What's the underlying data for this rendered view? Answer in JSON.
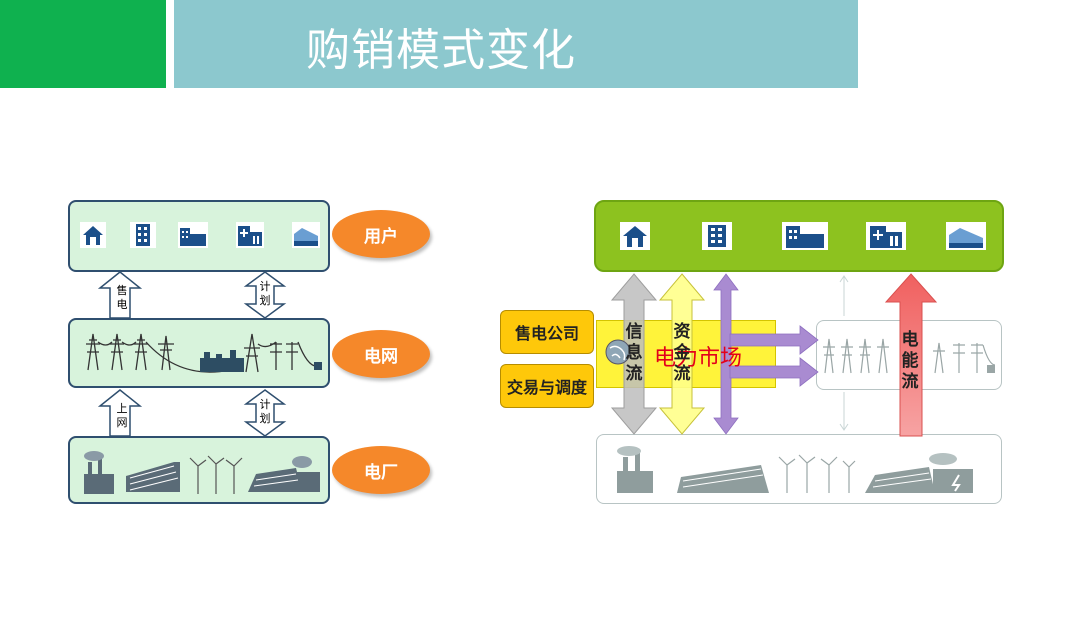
{
  "slide": {
    "title": "购销模式变化"
  },
  "left_diagram": {
    "layers": {
      "user": "用户",
      "grid": "电网",
      "plant": "电厂"
    },
    "arrows": {
      "sell": [
        "售",
        "电"
      ],
      "plan_top": [
        "计",
        "划"
      ],
      "upload": [
        "上",
        "网"
      ],
      "plan_bottom": [
        "计",
        "划"
      ]
    },
    "user_icons": [
      "house-icon",
      "office-building-icon",
      "factory-icon",
      "hospital-icon",
      "industrial-plant-icon"
    ]
  },
  "right_diagram": {
    "companies": [
      "售电公司",
      "交易与调度"
    ],
    "market_label": "电力市场",
    "flows": {
      "info": [
        "信",
        "息",
        "流"
      ],
      "money": [
        "资",
        "金",
        "流"
      ],
      "energy": [
        "电",
        "能",
        "流"
      ]
    },
    "user_icons": [
      "house-icon",
      "office-building-icon",
      "factory-icon",
      "hospital-icon",
      "industrial-plant-icon"
    ],
    "colors": {
      "user_bar": "#8dc21f",
      "market": "#fff33a",
      "info_arrow": "#bdbdbd",
      "money_arrow": "#ffff8a",
      "purple_arrow": "#a98bd1",
      "energy_arrow": "#f27a7a",
      "company_button": "#fec80a"
    }
  }
}
